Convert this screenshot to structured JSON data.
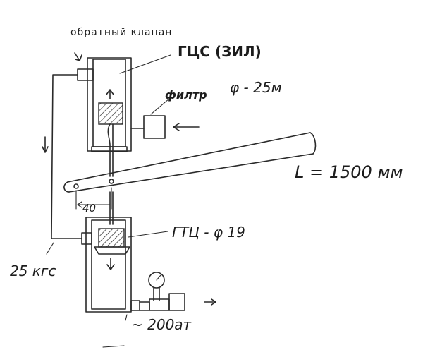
{
  "labels": {
    "check_valve": "обратный клапан",
    "master_cylinder": "ГЦС (ЗИЛ)",
    "master_diameter": "φ - 25м",
    "filter": "филтр",
    "lever_length": "L = 1500 мм",
    "lever_offset": "40",
    "slave_cylinder": "ГТЦ - φ 19",
    "spring_force": "25 кгс",
    "pressure": "~ 200ат"
  }
}
